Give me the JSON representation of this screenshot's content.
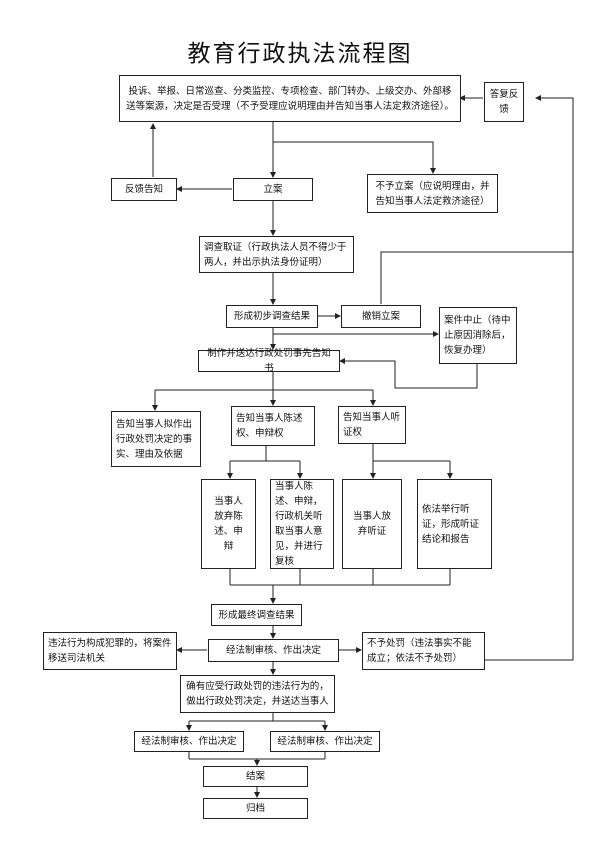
{
  "title": "教育行政执法流程图",
  "nodes": {
    "complaint": "投诉、举报、日常巡查、分类监控、专项检查、部门转办、上级交办、外部移送等案源，决定是否受理（不予受理应说明理由并告知当事人法定救济途径）。",
    "reply_feedback": "答复反馈",
    "feedback_notice": "反馈告知",
    "register_case": "立案",
    "no_register": "不予立案（应说明理由，并告知当事人法定救济途径）",
    "investigate": "调查取证（行政执法人员不得少于两人，并出示执法身份证明）",
    "preliminary_result": "形成初步调查结果",
    "revoke_case": "撤销立案",
    "suspend_case": "案件中止（待中止原因消除后，恢复办理）",
    "pre_notice": "制作并送达行政处罚事先告知书",
    "inform_facts": "告知当事人拟作出行政处罚决定的事实、理由及依据",
    "inform_statement": "告知当事人陈述权、申辩权",
    "inform_hearing": "告知当事人听证权",
    "waive_statement": "当事人放弃陈述、申辩",
    "statement_review": "当事人陈述、申辩，行政机关听取当事人意见，并进行复核",
    "waive_hearing": "当事人放弃听证",
    "hold_hearing": "依法举行听证，形成听证结论和报告",
    "final_result": "形成最终调查结果",
    "legal_review_1": "经法制审核、作出决定",
    "transfer_judicial": "违法行为构成犯罪的，将案件移送司法机关",
    "no_penalty": "不予处罚（违法事实不能成立；依法不予处罚）",
    "penalty_decision": "确有应受行政处罚的违法行为的，做出行政处罚决定，并送达当事人",
    "legal_review_2": "经法制审核、作出决定",
    "legal_review_3": "经法制审核、作出决定",
    "close_case": "结案",
    "archive": "归档"
  },
  "colors": {
    "line": "#222222",
    "text": "#111111",
    "background": "#ffffff"
  }
}
